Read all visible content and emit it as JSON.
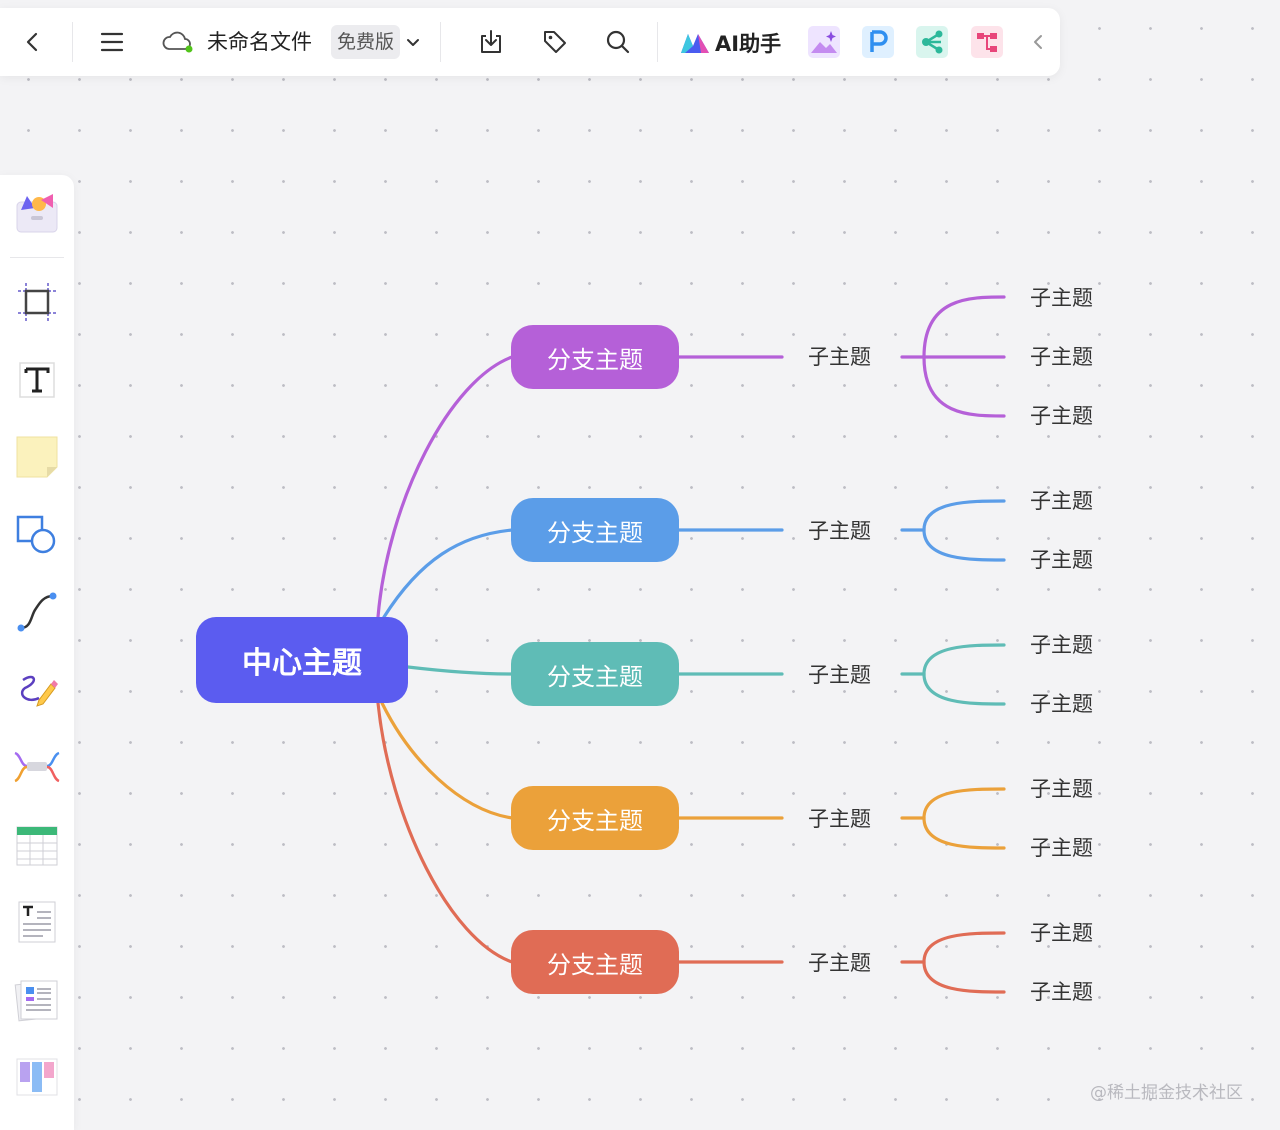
{
  "toolbar": {
    "file_name": "未命名文件",
    "plan_badge": "免费版",
    "ai_label": "AI助手"
  },
  "mindmap": {
    "center": "中心主题",
    "branches": [
      {
        "label": "分支主题",
        "color": "#b560d8",
        "child": "子主题",
        "leaves": [
          "子主题",
          "子主题",
          "子主题"
        ]
      },
      {
        "label": "分支主题",
        "color": "#5b9de8",
        "child": "子主题",
        "leaves": [
          "子主题",
          "子主题"
        ]
      },
      {
        "label": "分支主题",
        "color": "#5fbcb6",
        "child": "子主题",
        "leaves": [
          "子主题",
          "子主题"
        ]
      },
      {
        "label": "分支主题",
        "color": "#eba13a",
        "child": "子主题",
        "leaves": [
          "子主题",
          "子主题"
        ]
      },
      {
        "label": "分支主题",
        "color": "#e06c55",
        "child": "子主题",
        "leaves": [
          "子主题",
          "子主题"
        ]
      }
    ]
  },
  "watermark": "@稀土掘金技术社区",
  "colors": {
    "center_node": "#5b5cf0",
    "canvas_bg": "#f3f3f5",
    "sync_dot": "#52c41a"
  },
  "icons": {
    "back": "chevron-left-icon",
    "menu": "menu-icon",
    "cloud": "cloud-sync-icon",
    "dropdown": "chevron-down-icon",
    "download": "download-icon",
    "tag": "tag-icon",
    "search": "search-icon",
    "collapse": "chevron-left-icon"
  }
}
